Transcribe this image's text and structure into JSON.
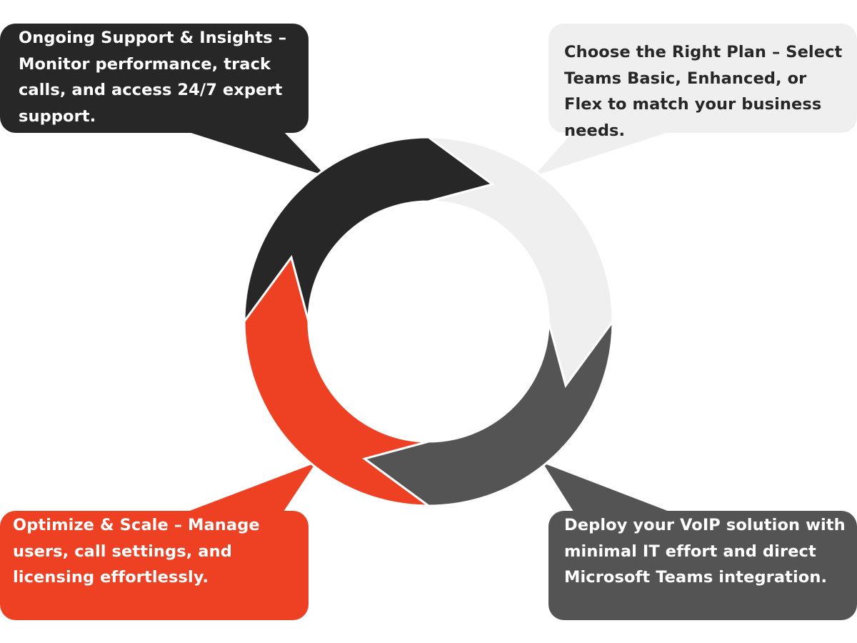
{
  "colors": {
    "background": "#ffffff",
    "dark": "#272727",
    "light_gray": "#efefef",
    "mid_gray": "#545454",
    "orange_red": "#ee4023",
    "dark_text": "#272727",
    "light_text": "#ffffff"
  },
  "steps": [
    {
      "id": "plan",
      "text": "Choose the Right Plan – Select Teams Basic, Enhanced, or Flex to match your business needs.",
      "color": "#efefef",
      "text_color": "#272727"
    },
    {
      "id": "deploy",
      "text": "Deploy your VoIP solution with minimal IT effort and direct Microsoft Teams integration.",
      "color": "#545454",
      "text_color": "#ffffff"
    },
    {
      "id": "optimize",
      "text": "Optimize & Scale – Manage users, call settings, and licensing effortlessly.",
      "color": "#ee4023",
      "text_color": "#ffffff"
    },
    {
      "id": "support",
      "text": "Ongoing Support & Insights – Monitor performance, track calls, and access 24/7 expert support.",
      "color": "#272727",
      "text_color": "#ffffff"
    }
  ]
}
